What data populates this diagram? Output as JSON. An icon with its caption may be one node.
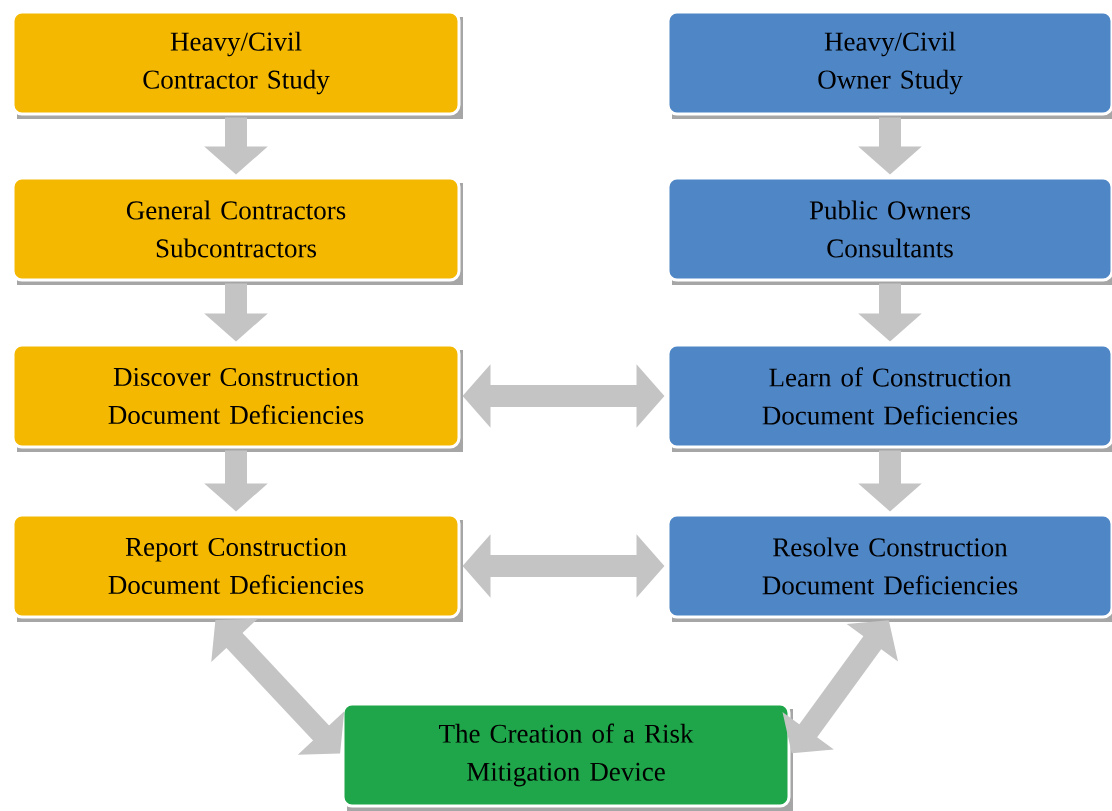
{
  "diagram": {
    "nodes": [
      {
        "text": [
          "Heavy/Civil Contractor Study"
        ]
      },
      {
        "text": [
          "General Contractors Subcontractors"
        ]
      },
      {
        "text": [
          "Discover Construction Document Deficiencies"
        ]
      },
      {
        "text": [
          "Report Construction Document Deficiencies"
        ]
      },
      {
        "text": [
          "Heavy/Civil Owner Study"
        ]
      },
      {
        "text": [
          "Public Owners Consultants"
        ]
      },
      {
        "text": [
          "Learn of Construction Document Deficiencies"
        ]
      },
      {
        "text": [
          "Resolve Construction Document Deficiencies"
        ]
      },
      {
        "text": [
          "The Creation of a Risk Mitigation Device"
        ]
      }
    ],
    "edges": [
      {
        "from": 0,
        "to": 1,
        "arrow": "to"
      },
      {
        "from": 1,
        "to": 2,
        "arrow": "to"
      },
      {
        "from": 2,
        "to": 3,
        "arrow": "to"
      },
      {
        "from": 4,
        "to": 5,
        "arrow": "to"
      },
      {
        "from": 5,
        "to": 6,
        "arrow": "to"
      },
      {
        "from": 6,
        "to": 7,
        "arrow": "to"
      },
      {
        "from": 2,
        "to": 6,
        "arrow": "both"
      },
      {
        "from": 3,
        "to": 7,
        "arrow": "both"
      },
      {
        "from": 3,
        "to": 8,
        "arrow": "both"
      },
      {
        "from": 7,
        "to": 8,
        "arrow": "both"
      }
    ]
  }
}
